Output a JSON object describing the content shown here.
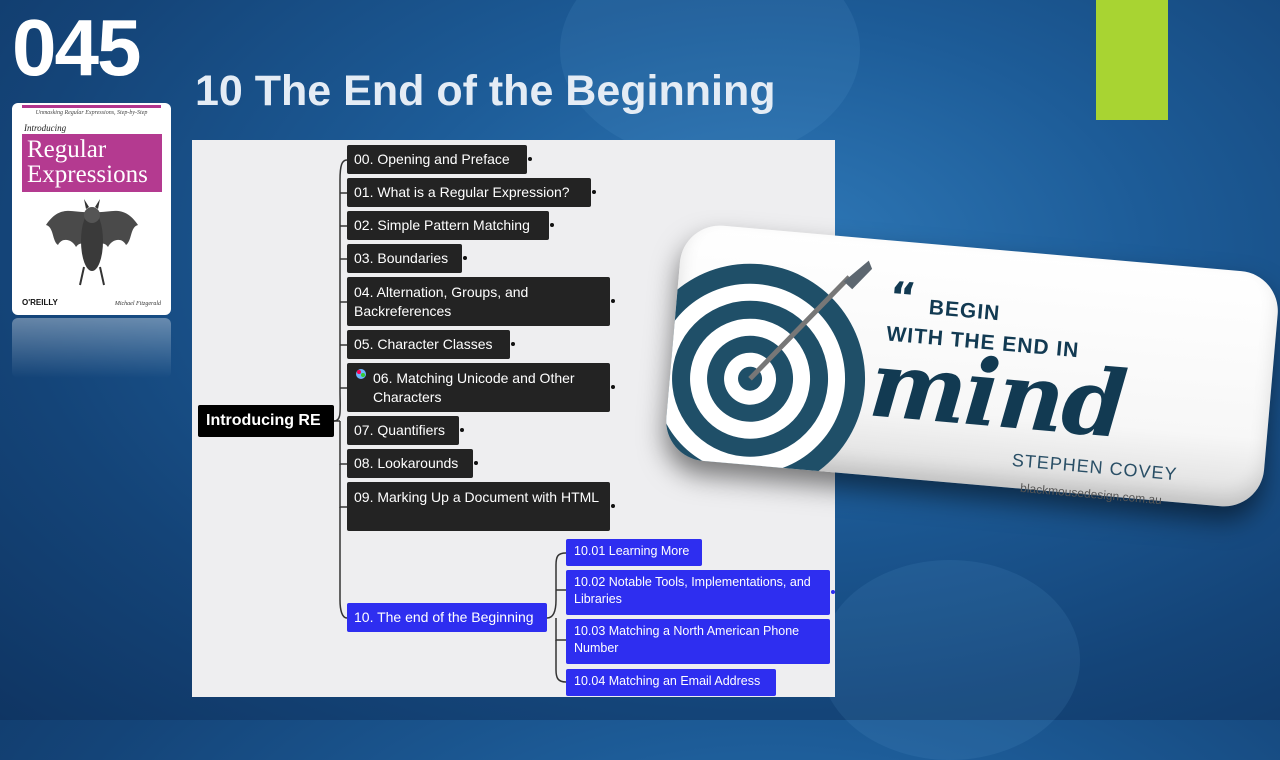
{
  "slide": {
    "number": "045",
    "title": "10 The End of the Beginning"
  },
  "colors": {
    "accent_bar": "#a8d432",
    "node_dark": "#232323",
    "node_blue": "#2e2ef0",
    "root": "#000000"
  },
  "book": {
    "tagline": "Unmasking Regular Expressions, Step-by-Step",
    "intro": "Introducing",
    "title_line1": "Regular",
    "title_line2": "Expressions",
    "publisher": "O'REILLY",
    "author": "Michael Fitzgerald",
    "image_icon": "bat-illustration"
  },
  "mindmap": {
    "root": "Introducing RE",
    "nodes": [
      "00. Opening and Preface",
      "01. What is a Regular Expression?",
      "02. Simple Pattern Matching",
      "03. Boundaries",
      "04. Alternation, Groups, and Backreferences",
      "05. Character Classes",
      "06. Matching Unicode and Other Characters",
      "07. Quantifiers",
      "08. Lookarounds",
      "09. Marking Up a Document with HTML",
      "10. The end of the Beginning"
    ],
    "subnodes": [
      "10.01 Learning More",
      "10.02 Notable Tools, Implementations, and Libraries",
      "10.03 Matching a North American Phone Number",
      "10.04 Matching an Email Address"
    ]
  },
  "quote": {
    "line1": "BEGIN",
    "line2": "WITH THE END IN",
    "big_word": "mind",
    "author": "STEPHEN COVEY",
    "site": "blackmousedesign.com.au",
    "image_icon": "dart-target"
  }
}
